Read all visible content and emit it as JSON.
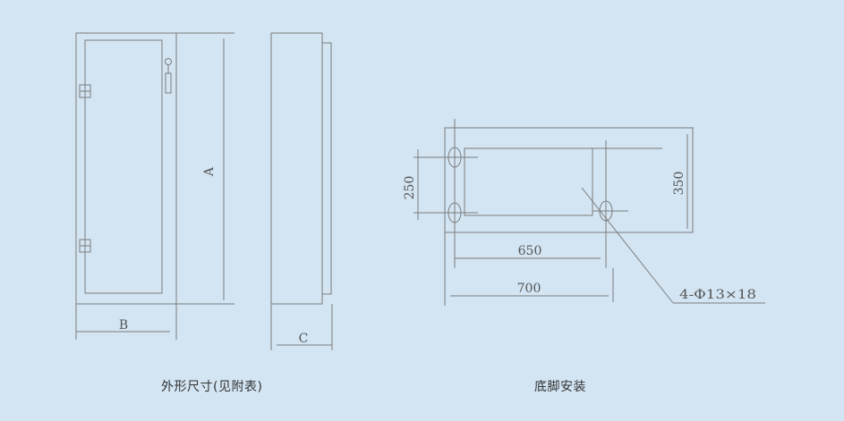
{
  "front_view": {
    "dimensions": {
      "height": "A",
      "width": "B"
    }
  },
  "side_view": {
    "dimensions": {
      "depth": "C"
    }
  },
  "base_view": {
    "dimensions": {
      "hole_spacing_vertical": "250",
      "overall_depth": "350",
      "hole_spacing_horizontal": "650",
      "overall_width": "700",
      "hole_callout": "4-Φ13×18"
    }
  },
  "captions": {
    "left": "外形尺寸(见附表)",
    "right": "底脚安装"
  }
}
